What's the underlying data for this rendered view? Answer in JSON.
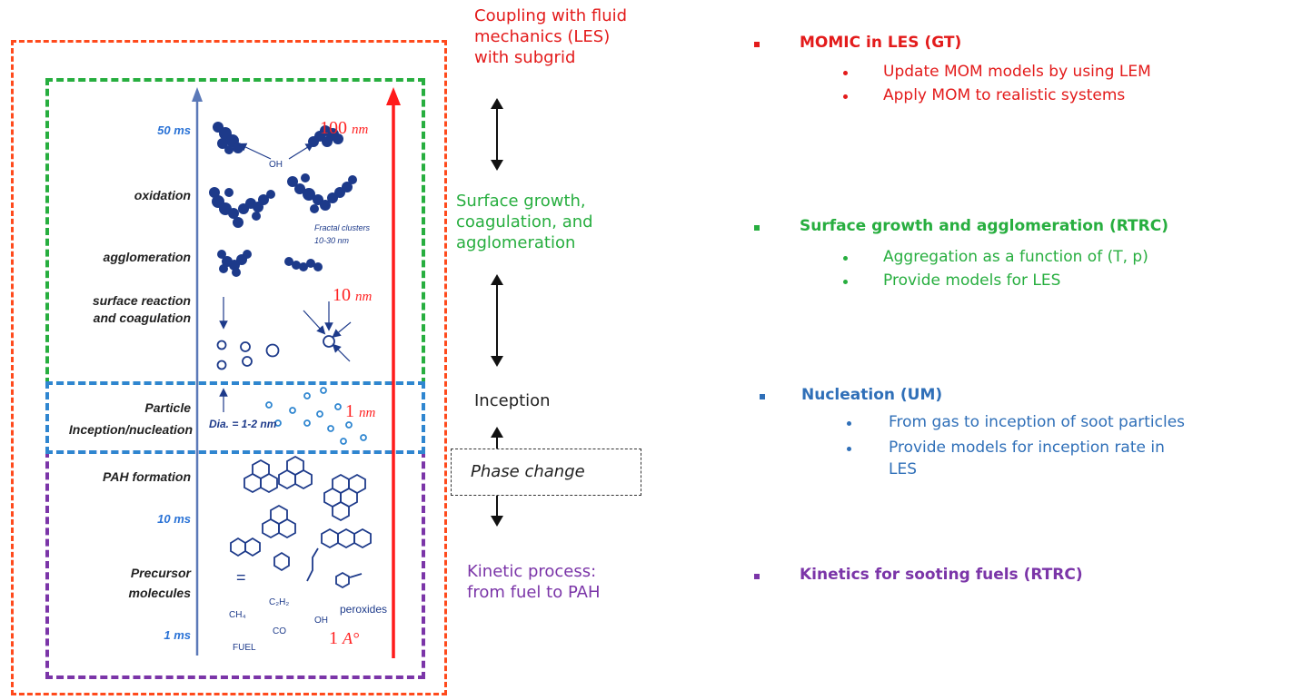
{
  "colors": {
    "red": "#e31b1b",
    "green": "#27ae3f",
    "blue": "#2f6fb8",
    "purple": "#7b35a8",
    "orange_red": "#ff4a1c"
  },
  "diagram": {
    "labels": {
      "t50": "50 ms",
      "oxidation": "oxidation",
      "agglomeration": "agglomeration",
      "surface1": "surface reaction",
      "surface2": "and coagulation",
      "particle": "Particle",
      "inception": "Inception/nucleation",
      "pah": "PAH formation",
      "t10": "10 ms",
      "precursor1": "Precursor",
      "precursor2": "molecules",
      "t1": "1 ms"
    },
    "annotations": {
      "oh_top": "OH",
      "fractal1": "Fractal clusters",
      "fractal2": "10-30 nm",
      "dia": "Dia. = 1-2 nm",
      "ch4": "CH₄",
      "fuel": "FUEL",
      "eq": "=",
      "c2h2": "C₂H₂",
      "co": "CO",
      "oh_bottom": "OH",
      "peroxides": "peroxides"
    },
    "sizes": {
      "s100": "100",
      "s10": "10",
      "s1": "1",
      "unit_nm": "nm",
      "s1a": "1",
      "unit_a": "A°"
    }
  },
  "middle": {
    "coupling": [
      "Coupling with fluid",
      "mechanics (LES)",
      "with subgrid"
    ],
    "surface": [
      "Surface growth,",
      "coagulation, and",
      "agglomeration"
    ],
    "inception": "Inception",
    "phase_change": "Phase change",
    "kinetic": [
      "Kinetic process:",
      "from fuel to PAH"
    ]
  },
  "bullets": [
    {
      "title": "MOMIC in LES (GT)",
      "items": [
        "Update MOM models by using LEM",
        "Apply MOM to realistic systems"
      ]
    },
    {
      "title": "Surface growth and agglomeration (RTRC)",
      "items": [
        "Aggregation as a function of (T, p)",
        "Provide models for LES"
      ]
    },
    {
      "title": "Nucleation (UM)",
      "items": [
        "From gas to inception of soot particles",
        "Provide models for inception rate in",
        "LES"
      ]
    },
    {
      "title": "Kinetics for sooting fuels (RTRC)",
      "items": []
    }
  ]
}
